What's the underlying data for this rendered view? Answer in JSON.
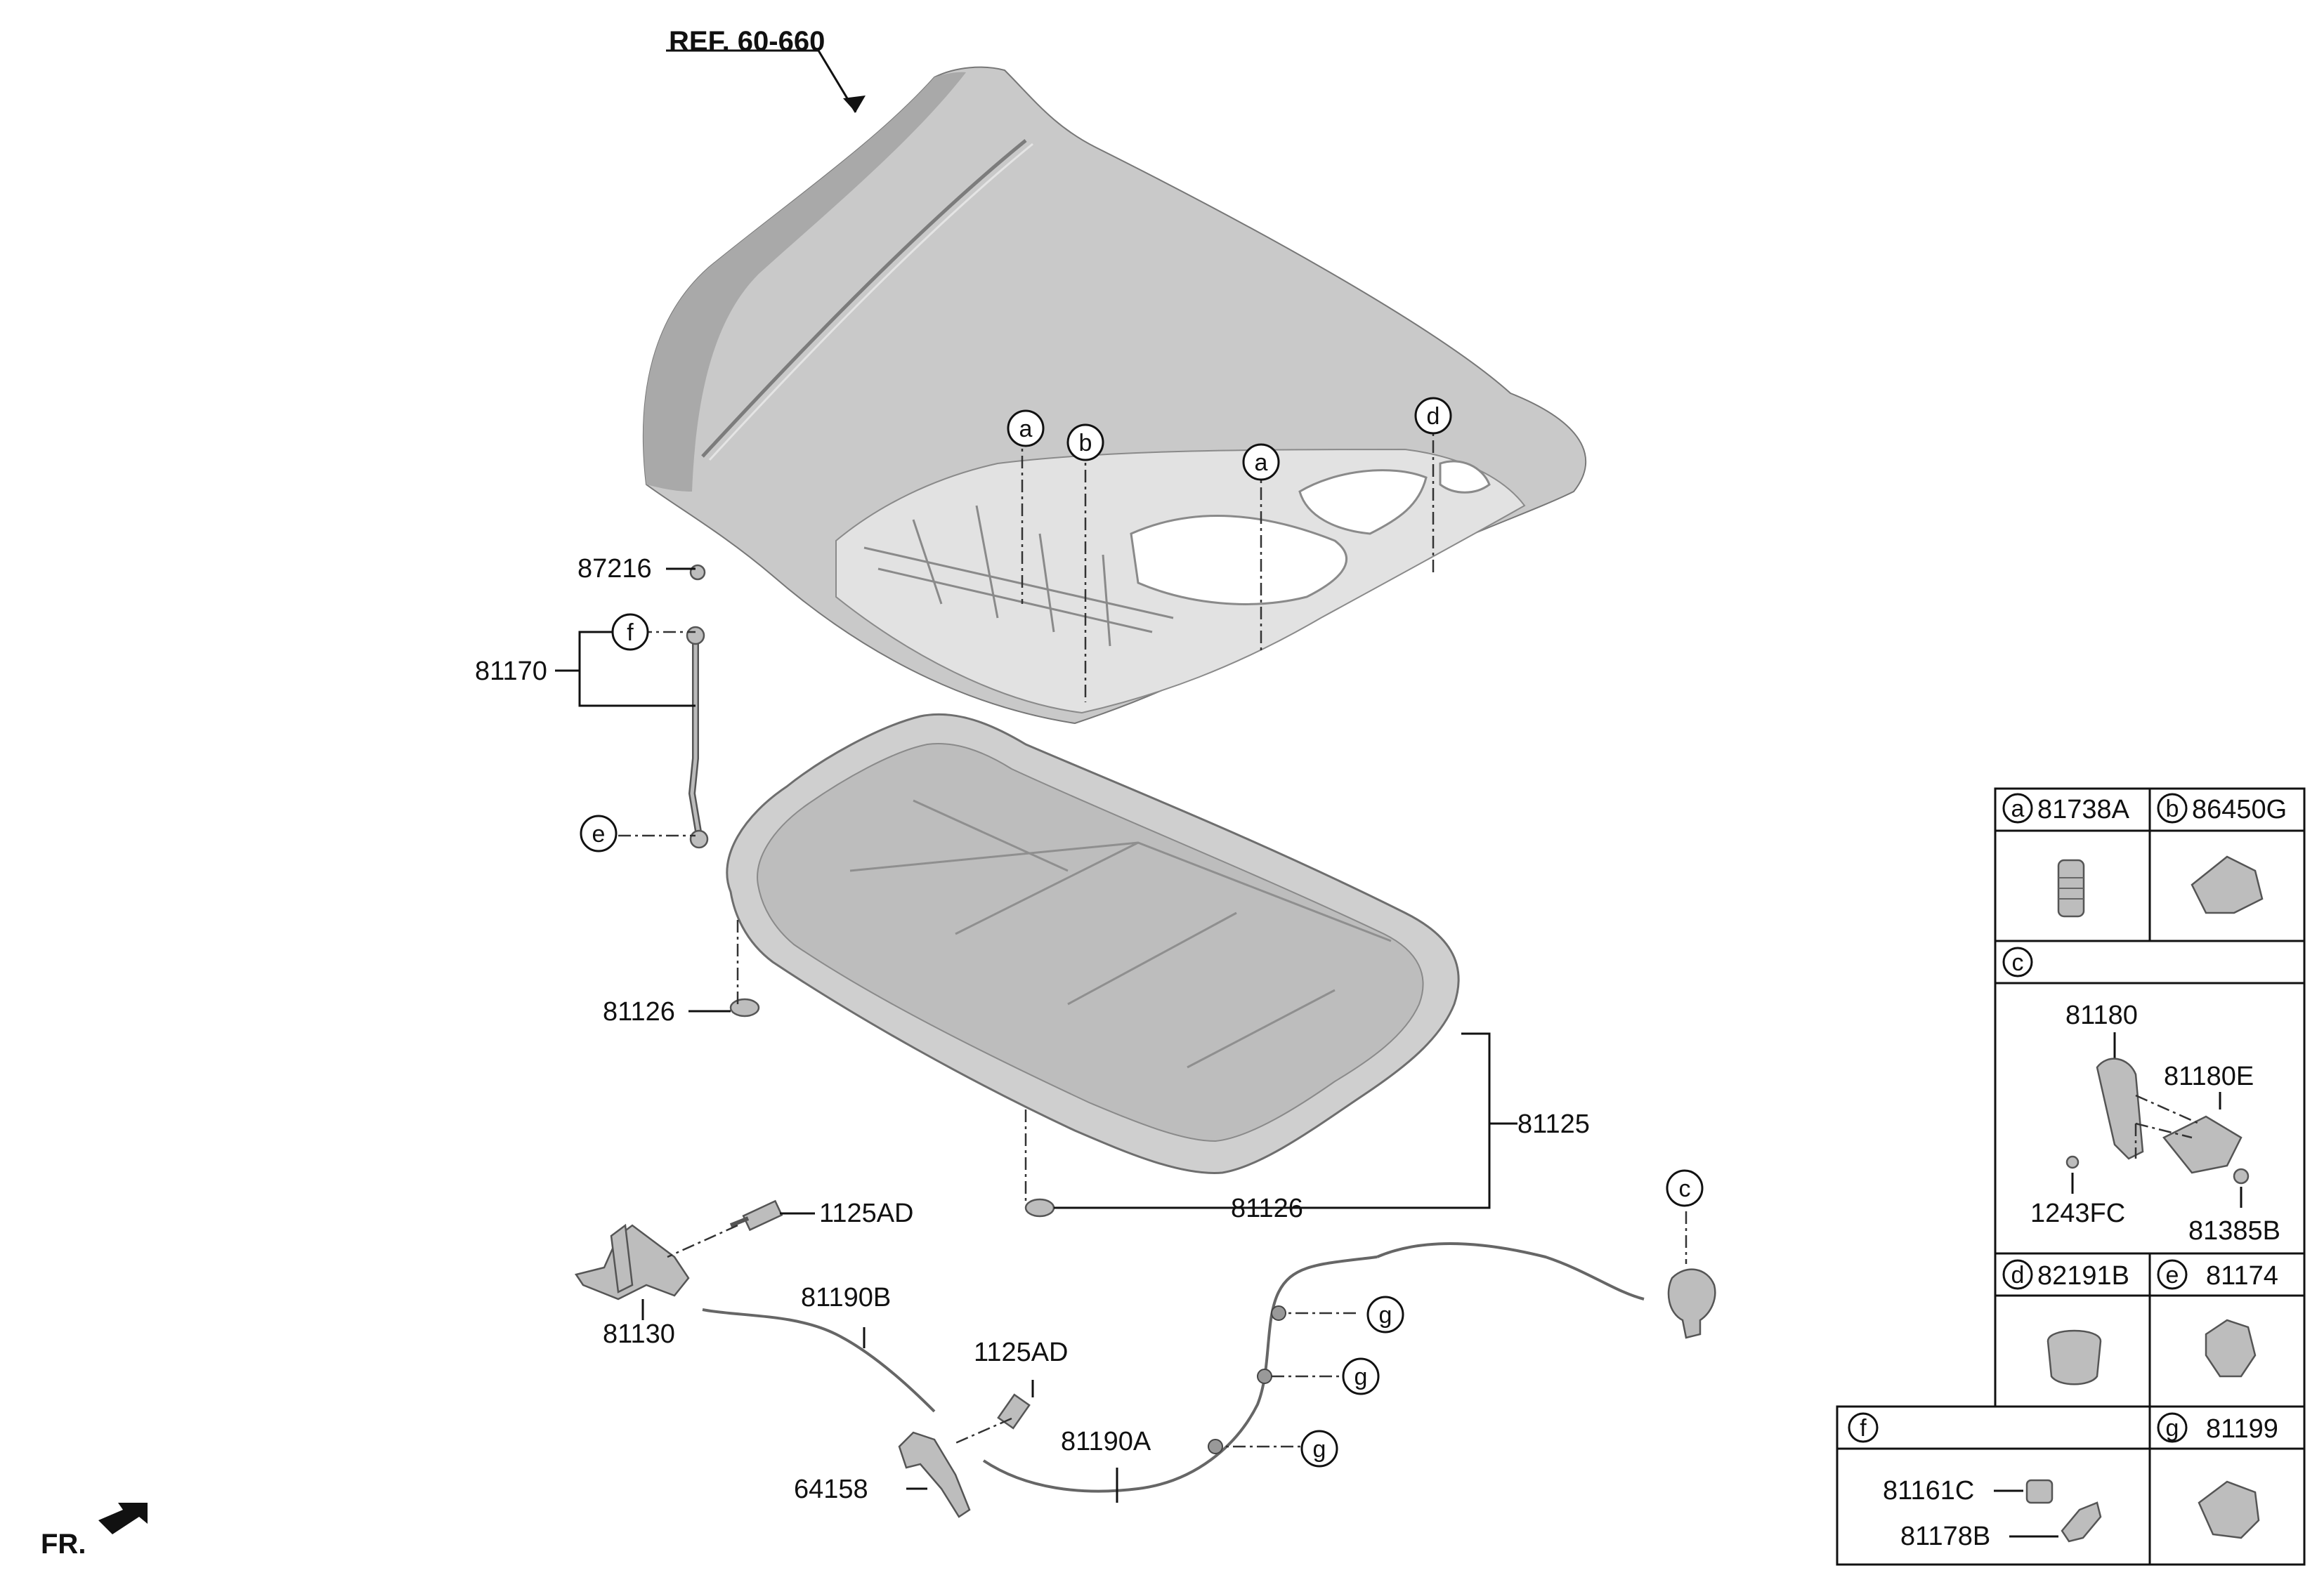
{
  "diagram": {
    "ref_label": "REF. 60-660",
    "front_label": "FR.",
    "callout_letters": {
      "a1": "a",
      "b1": "b",
      "a2": "a",
      "d1": "d",
      "f1": "f",
      "e1": "e",
      "c1": "c",
      "g1": "g",
      "g2": "g",
      "g3": "g"
    },
    "part_labels": {
      "p87216": "87216",
      "p81170": "81170",
      "p81126_left": "81126",
      "p81126_bottom": "81126",
      "p81125": "81125",
      "p1125AD_top": "1125AD",
      "p81130": "81130",
      "p81190B": "81190B",
      "p1125AD_mid": "1125AD",
      "p81190A": "81190A",
      "p64158": "64158"
    }
  },
  "legend": {
    "cells": [
      {
        "letter": "a",
        "part": "81738A"
      },
      {
        "letter": "b",
        "part": "86450G"
      },
      {
        "letter": "c",
        "part": ""
      },
      {
        "letter": "d",
        "part": "82191B"
      },
      {
        "letter": "e",
        "part": "81174"
      },
      {
        "letter": "f",
        "part": ""
      },
      {
        "letter": "g",
        "part": "81199"
      }
    ],
    "c_parts": {
      "p1": "81180",
      "p2": "81180E",
      "p3": "1243FC",
      "p4": "81385B"
    },
    "f_parts": {
      "p1": "81161C",
      "p2": "81178B"
    }
  }
}
